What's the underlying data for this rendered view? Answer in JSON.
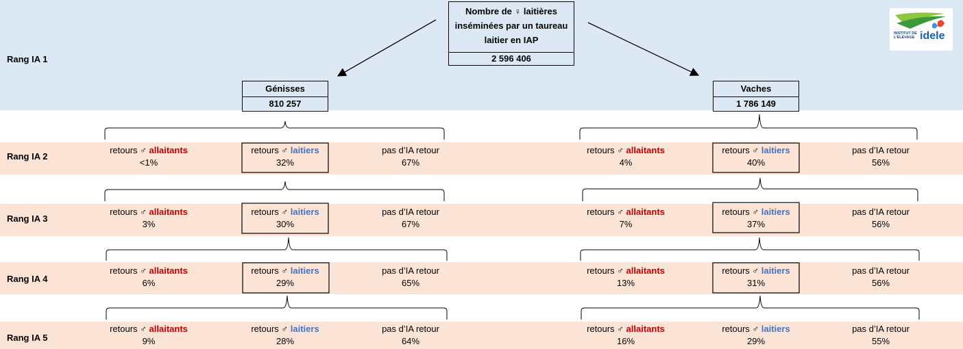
{
  "root": {
    "title": "Nombre de ♀ laitières inséminées par un taureau laitier en IAP",
    "value": "2 596 406"
  },
  "groups": [
    {
      "name": "Génisses",
      "value": "810 257"
    },
    {
      "name": "Vaches",
      "value": "1 786 149"
    }
  ],
  "cell_prefix": "retours ♂",
  "cell_allaitants": "allaitants",
  "cell_laitiers": "laitiers",
  "cell_noreturn": "pas d’IA retour",
  "ranks": [
    {
      "label": "Rang IA 1"
    },
    {
      "label": "Rang IA 2",
      "g": [
        "<1%",
        "32%",
        "67%"
      ],
      "v": [
        "4%",
        "40%",
        "56%"
      ]
    },
    {
      "label": "Rang IA 3",
      "g": [
        "3%",
        "30%",
        "67%"
      ],
      "v": [
        "7%",
        "37%",
        "56%"
      ]
    },
    {
      "label": "Rang IA 4",
      "g": [
        "6%",
        "29%",
        "65%"
      ],
      "v": [
        "13%",
        "31%",
        "56%"
      ]
    },
    {
      "label": "Rang IA 5",
      "g": [
        "9%",
        "28%",
        "64%"
      ],
      "v": [
        "16%",
        "29%",
        "55%"
      ]
    }
  ],
  "logo": {
    "line1": "INSTITUT DE L’ELEVAGE",
    "line2": "idele"
  },
  "colors": {
    "top_band": "#dce9f5",
    "row_band": "#fbe3d6",
    "allaitants": "#c00000",
    "laitiers": "#4472c4"
  }
}
